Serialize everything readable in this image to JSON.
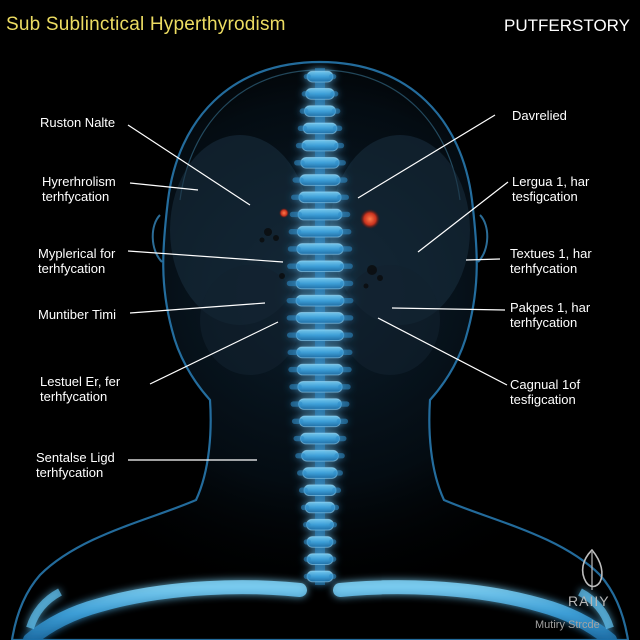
{
  "header": {
    "title": "Sub Sublinctical Hyperthyrodism",
    "brand": "PUTFERSTORY"
  },
  "labels_left": [
    {
      "lines": [
        "Ruston Nalte"
      ]
    },
    {
      "lines": [
        "Hyrerhrolism",
        "terhfycation"
      ]
    },
    {
      "lines": [
        "Myplerical for",
        "terhfycation"
      ]
    },
    {
      "lines": [
        "Muntiber Timi"
      ]
    },
    {
      "lines": [
        "Lestuel Er, fer",
        "terhfycation"
      ]
    },
    {
      "lines": [
        "Sentalse Ligd",
        "terhfycation"
      ]
    }
  ],
  "labels_right": [
    {
      "lines": [
        "Davrelied"
      ]
    },
    {
      "lines": [
        "Lergua 1, har",
        "tesfigcation"
      ]
    },
    {
      "lines": [
        "Textues 1, har",
        "terhfycation"
      ]
    },
    {
      "lines": [
        "Pakpes 1, har",
        "terhfycation"
      ]
    },
    {
      "lines": [
        "Cagnual 1of",
        "tesfigcation"
      ]
    }
  ],
  "watermark": {
    "brand": "RAIIY",
    "sub": "Mutiry Strcde"
  },
  "colors": {
    "title": "#ecdc62",
    "skeleton": "#56b4e6",
    "skeleton_glow": "#1f7fc0",
    "hotspot": "#e0402a",
    "label": "#ffffff"
  }
}
